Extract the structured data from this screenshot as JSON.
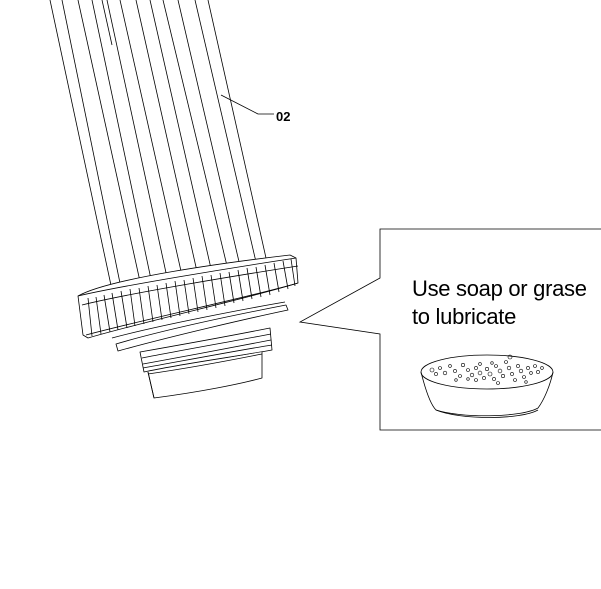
{
  "part_number": "02",
  "callout": {
    "line1": "Use soap or grase",
    "line2": "to lubricate"
  }
}
